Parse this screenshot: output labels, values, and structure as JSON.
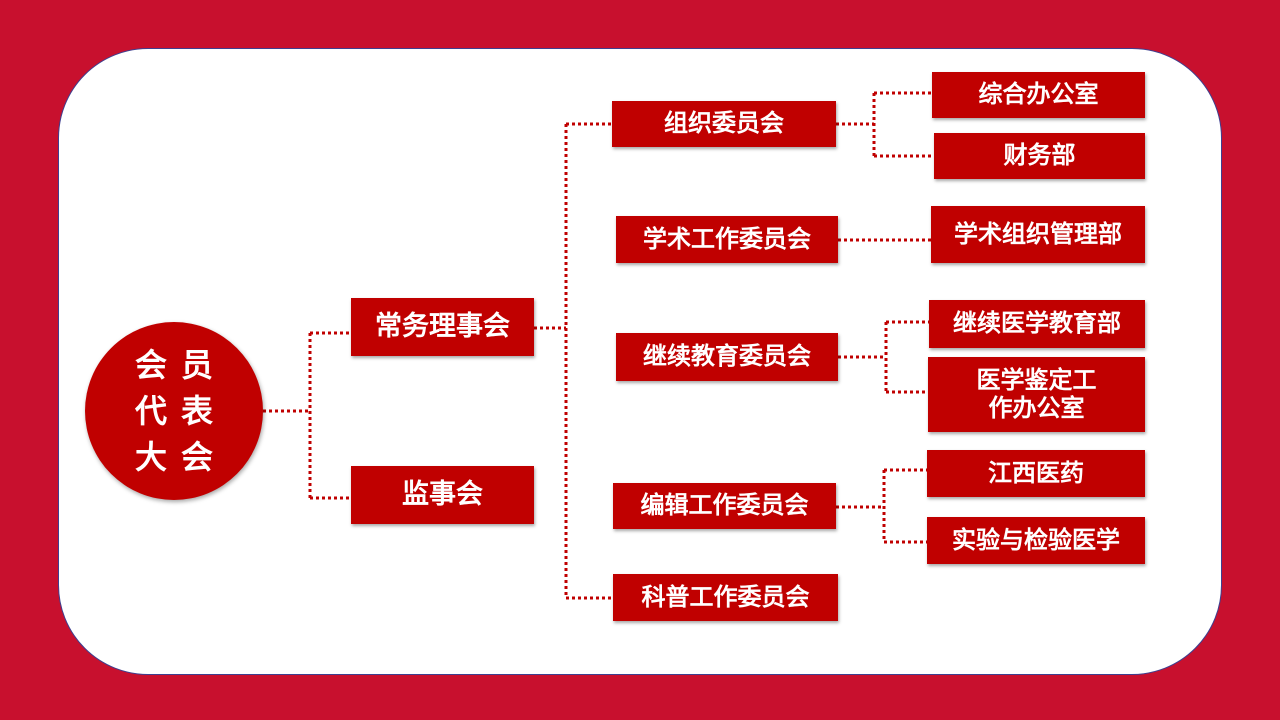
{
  "root": {
    "lines": [
      "会员",
      "代表",
      "大会"
    ]
  },
  "level1": {
    "standing_council": "常务理事会",
    "supervisory_board": "监事会"
  },
  "committees": {
    "organization": "组织委员会",
    "academic": "学术工作委员会",
    "continuing_education": "继续教育委员会",
    "editorial": "编辑工作委员会",
    "popular_science": "科普工作委员会"
  },
  "departments": {
    "general_office": "综合办公室",
    "finance": "财务部",
    "academic_org": "学术组织管理部",
    "cme_dept": "继续医学教育部",
    "medical_appraisal": "医学鉴定工作办公室",
    "jiangxi_medicine": "江西医药",
    "lab_medicine": "实验与检验医学"
  },
  "colors": {
    "background": "#c8102e",
    "box": "#c00000",
    "panel": "#ffffff"
  }
}
